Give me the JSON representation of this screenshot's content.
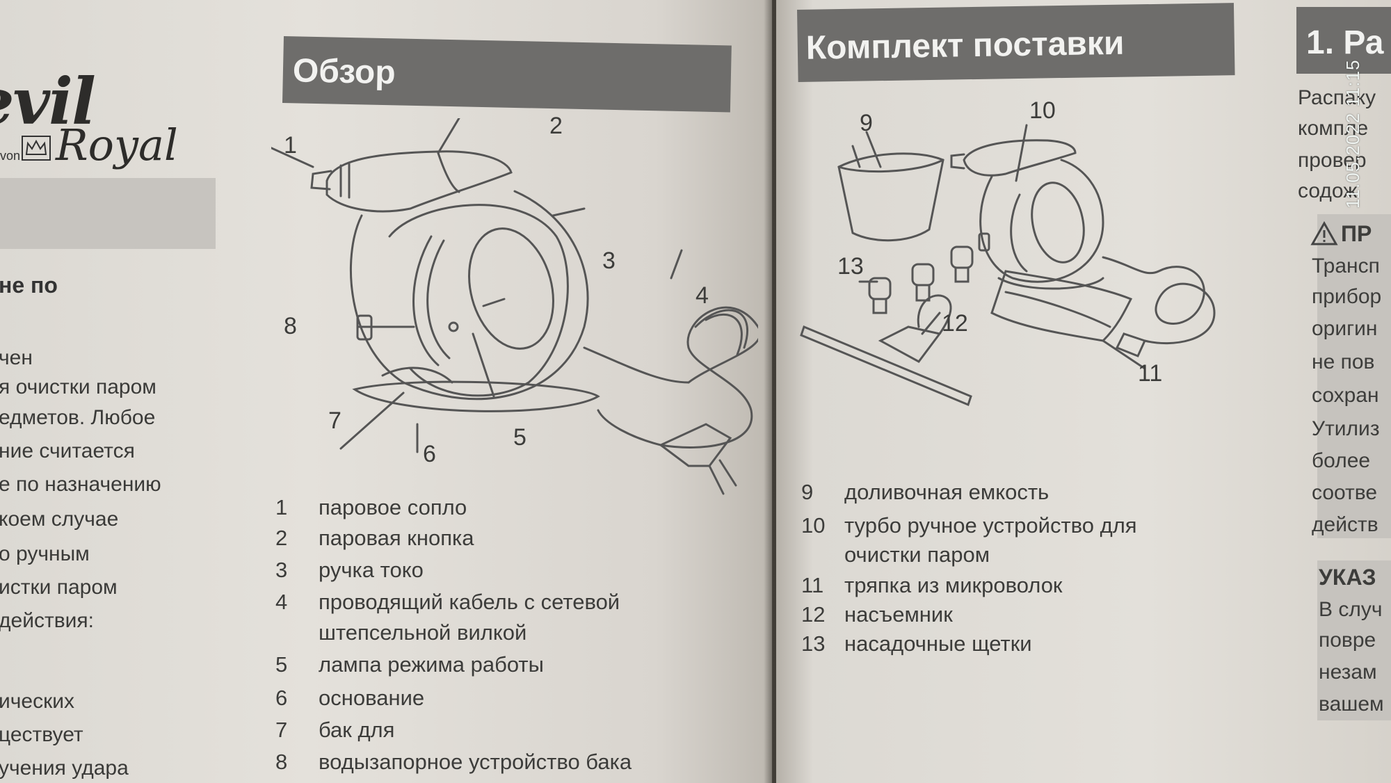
{
  "left_page": {
    "brand": {
      "logo_top": "evil",
      "logo_von": "von",
      "logo_bottom": "Royal"
    },
    "heading": "Обзор",
    "cropped_column": [
      "не по",
      "чен",
      "я очистки паром",
      "едметов. Любое",
      "ние считается",
      "е по назначению",
      "коем случае",
      "о ручным",
      "истки паром",
      "действия:",
      "ических",
      "цествует",
      "учения удара"
    ],
    "callouts": [
      "1",
      "2",
      "3",
      "4",
      "5",
      "6",
      "7",
      "8"
    ],
    "legend": [
      {
        "num": "1",
        "text": "паровое сопло"
      },
      {
        "num": "2",
        "text": "паровая кнопка"
      },
      {
        "num": "3",
        "text": "ручка токо"
      },
      {
        "num": "4",
        "text": "проводящий кабель с сетевой"
      },
      {
        "num": "",
        "text": "штепсельной вилкой"
      },
      {
        "num": "5",
        "text": "лампа режима работы"
      },
      {
        "num": "6",
        "text": "основание"
      },
      {
        "num": "7",
        "text": "бак для"
      },
      {
        "num": "8",
        "text": "водызапорное устройство бака"
      }
    ]
  },
  "right_page": {
    "heading": "Комплект поставки",
    "callouts": [
      "9",
      "10",
      "11",
      "12",
      "13"
    ],
    "legend": [
      {
        "num": "9",
        "text": "доливочная емкость"
      },
      {
        "num": "10",
        "text": "турбо ручное устройство для"
      },
      {
        "num": "",
        "text": "очистки паром"
      },
      {
        "num": "11",
        "text": "тряпка из микроволок"
      },
      {
        "num": "12",
        "text": "насъемник"
      },
      {
        "num": "13",
        "text": "насадочные щетки"
      }
    ],
    "section_heading": "1. Ра",
    "section_lines": [
      "Распаку",
      "компле",
      "провер",
      "содож"
    ],
    "warning_heading": "ПР",
    "warning_lines": [
      "Трансп",
      "прибор",
      "оригин",
      "не пов",
      "сохран",
      "Утилиз",
      "более",
      "соотве",
      "действ"
    ],
    "note_heading": "УКАЗ",
    "note_lines": [
      "В случ",
      "повре",
      "незам",
      "вашем"
    ]
  },
  "timestamp": "11.05.2022 11:15"
}
